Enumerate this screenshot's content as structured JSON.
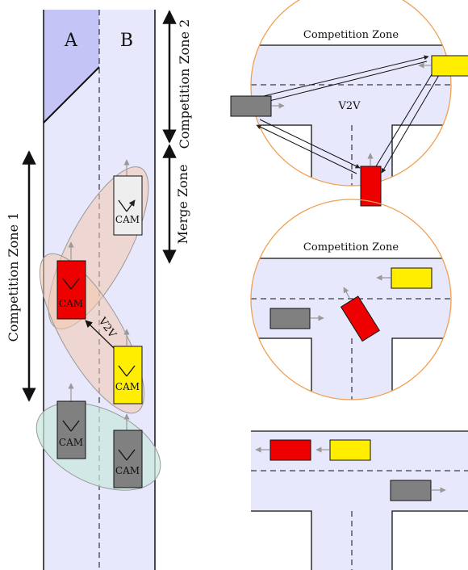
{
  "colors": {
    "road": "#e8e8fd",
    "lane_a_shade": "#c4c4f7",
    "red": "#ee0000",
    "yellow": "#ffee00",
    "gray": "#808080",
    "light_gray": "#eeeeee",
    "zone_orange": "#f0a050",
    "ellipse_orange": "#f2c9ae",
    "ellipse_green": "#c7e8dc"
  },
  "highway": {
    "lane_a_label": "A",
    "lane_b_label": "B",
    "competition_zone_1": "Competition Zone 1",
    "competition_zone_2": "Competition Zone 2",
    "merge_zone": "Merge Zone",
    "v2v_label": "V2V",
    "cam_label": "CAM"
  },
  "intersection_1": {
    "title": "Competition Zone",
    "v2v_label": "V2V"
  },
  "intersection_2": {
    "title": "Competition Zone"
  }
}
